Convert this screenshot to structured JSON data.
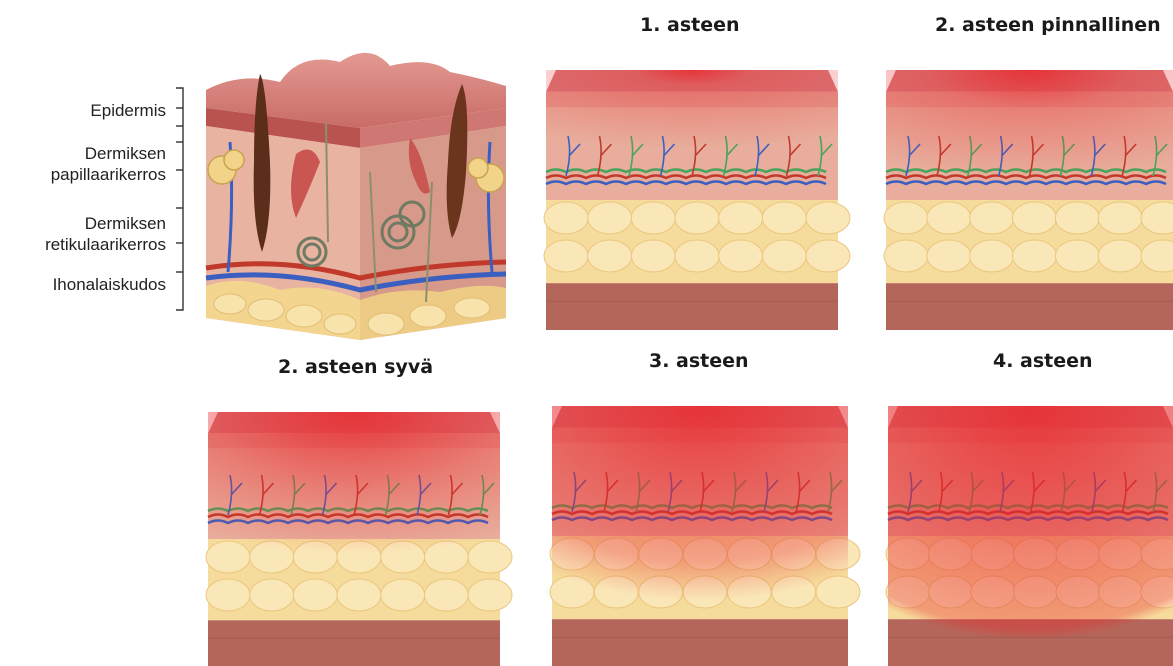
{
  "layer_labels": {
    "epidermis": "Epidermis",
    "papillary_1": "Dermiksen",
    "papillary_2": "papillaarikerros",
    "reticular_1": "Dermiksen",
    "reticular_2": "retikulaarikerros",
    "subcutis": "Ihonalaiskudos"
  },
  "panel_titles": {
    "first": "1.  asteen",
    "second_superficial": "2. asteen pinnallinen",
    "second_deep": "2. asteen syvä",
    "third": "3. asteen",
    "fourth": "4. asteen"
  },
  "burn_levels": {
    "first": 0.2,
    "second_superficial": 0.35,
    "second_deep": 0.55,
    "third": 0.8,
    "fourth": 1.0
  },
  "colors": {
    "epidermis": "#d97a7a",
    "dermis": "#e8ad9c",
    "fat": "#f6dc9c",
    "muscle": "#b5665a",
    "burn": "#e8282d",
    "artery": "#c0392b",
    "vein": "#3b5fc0",
    "nerve": "#4aa35a",
    "hair": "#5a2e1b"
  }
}
